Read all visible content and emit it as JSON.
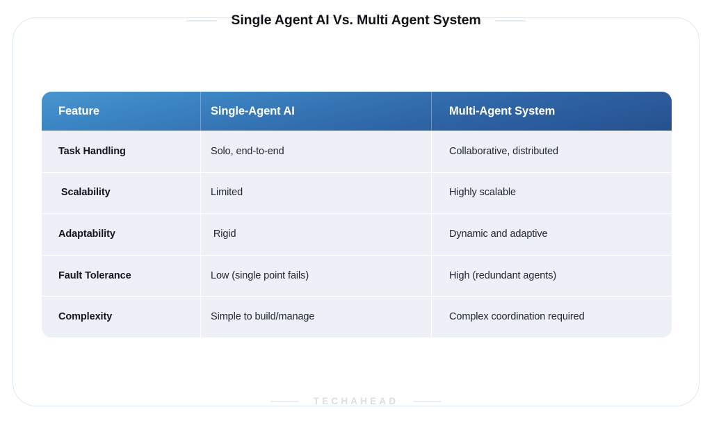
{
  "page": {
    "title": "Single Agent AI Vs. Multi Agent System",
    "brand_wordmark": "TECHAHEAD",
    "accent_header_start": "#4a95cf",
    "accent_header_end": "#26508f",
    "row_background": "#eef0f7",
    "card_border_color": "#dbe9f2"
  },
  "table": {
    "columns": [
      "Feature",
      "Single-Agent AI",
      "Multi-Agent System"
    ],
    "rows": [
      {
        "feature": "Task Handling",
        "single_agent": "Solo, end-to-end",
        "multi_agent": "Collaborative, distributed"
      },
      {
        "feature": " Scalability",
        "single_agent": "Limited",
        "multi_agent": "Highly scalable"
      },
      {
        "feature": "Adaptability",
        "single_agent": " Rigid",
        "multi_agent": "Dynamic and adaptive"
      },
      {
        "feature": "Fault Tolerance",
        "single_agent": "Low (single point fails)",
        "multi_agent": "High (redundant agents)"
      },
      {
        "feature": "Complexity",
        "single_agent": "Simple to build/manage",
        "multi_agent": "Complex coordination required"
      }
    ]
  }
}
